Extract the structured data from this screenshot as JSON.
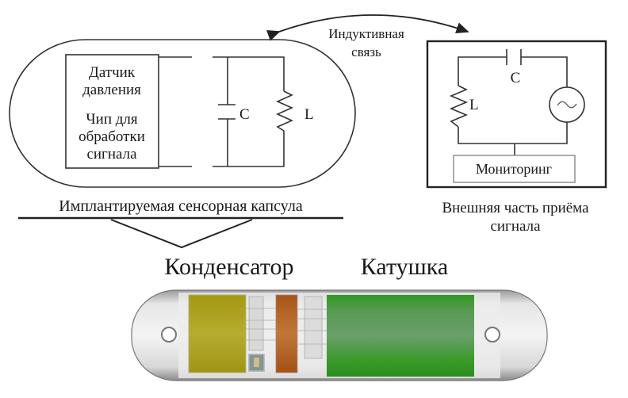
{
  "implant": {
    "box_lines": [
      "Датчик",
      "давления",
      "Чип для",
      "обработки",
      "сигнала"
    ],
    "cap_label": "C",
    "ind_label": "L",
    "caption": "Имплантируемая сенсорная капсула"
  },
  "coupling": {
    "line1": "Индуктивная",
    "line2": "связь"
  },
  "external": {
    "cap_label": "C",
    "ind_label": "L",
    "monitor_label": "Мониторинг",
    "caption_line1": "Внешняя часть приёма",
    "caption_line2": "сигнала"
  },
  "photo": {
    "capacitor_title": "Конденсатор",
    "coil_title": "Катушка"
  },
  "colors": {
    "capacitor": "#a8a020",
    "coil_copper": "#b0622a",
    "coil_green": "#3d9a30"
  }
}
